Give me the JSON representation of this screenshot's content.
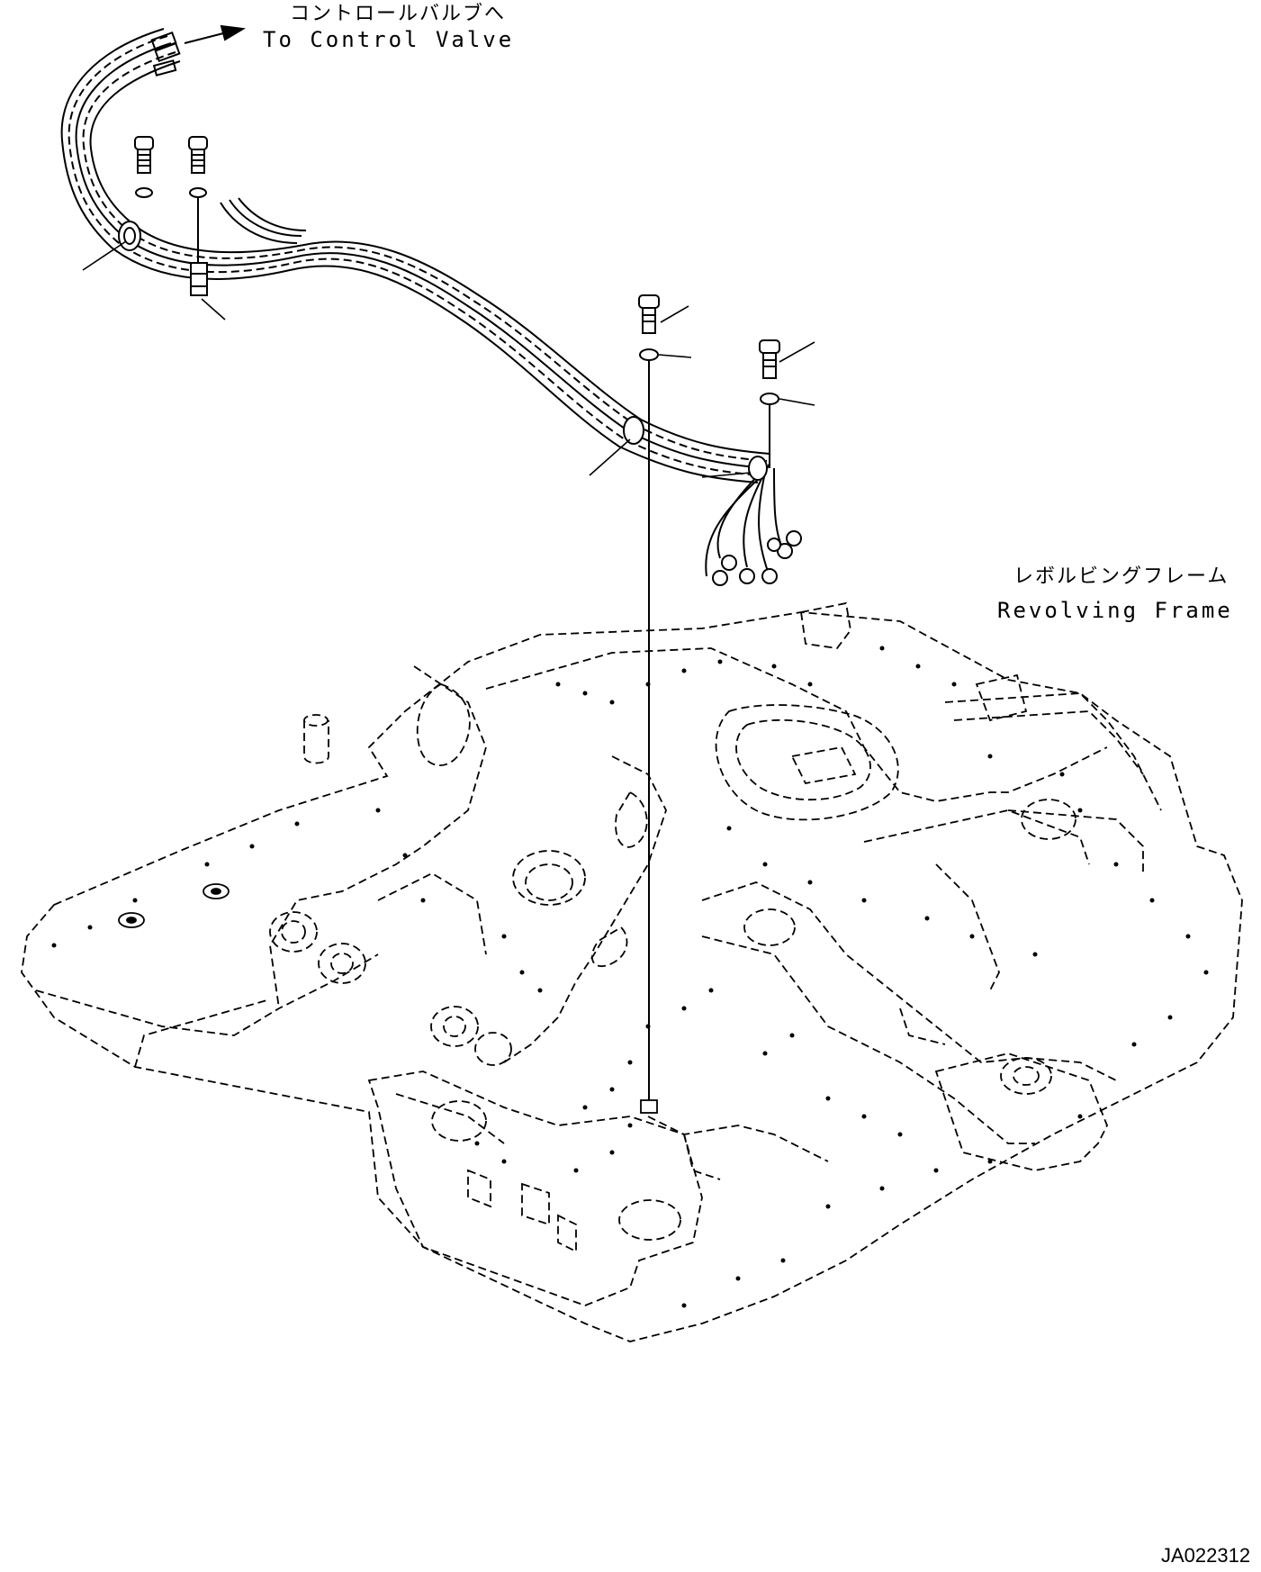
{
  "labels": {
    "to_control_valve_jp": "コントロールバルブへ",
    "to_control_valve_en": "To Control Valve",
    "revolving_frame_jp": "レボルビングフレーム",
    "revolving_frame_en": "Revolving Frame",
    "drawing_code": "JA022312"
  },
  "colors": {
    "line": "#000000",
    "background": "#ffffff"
  }
}
